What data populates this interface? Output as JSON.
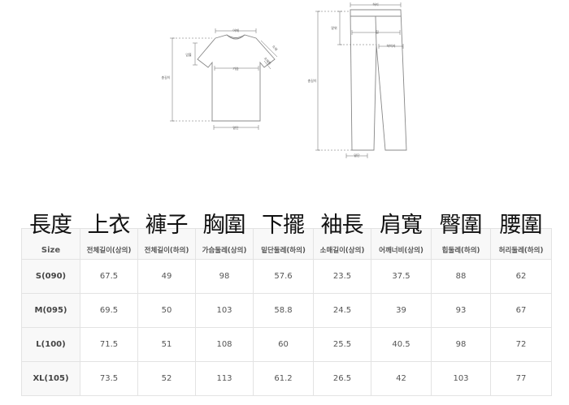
{
  "diagram": {
    "shirt": {
      "shoulder": "어깨",
      "sleeve_length": "소매",
      "sleeve_hem": "소매통",
      "chest": "가슴",
      "armhole": "암홀",
      "total_length": "총길이",
      "hem": "밑단"
    },
    "pants": {
      "waist": "허리",
      "rise": "밑위",
      "hip": "힙",
      "thigh": "허벅지",
      "total_length": "총길이",
      "hem": "밑단"
    }
  },
  "chinese_header": [
    "長度",
    "上衣",
    "褲子",
    "胸圍",
    "下擺",
    "袖長",
    "肩寬",
    "臀圍",
    "腰圍"
  ],
  "table": {
    "columns": [
      "Size",
      "전체길이(상의)",
      "전체길이(하의)",
      "가슴둘레(상의)",
      "밑단둘레(하의)",
      "소매길이(상의)",
      "어깨너비(상의)",
      "힙둘레(하의)",
      "허리둘레(하의)"
    ],
    "rows": [
      {
        "size": "S(090)",
        "values": [
          "67.5",
          "49",
          "98",
          "57.6",
          "23.5",
          "37.5",
          "88",
          "62"
        ]
      },
      {
        "size": "M(095)",
        "values": [
          "69.5",
          "50",
          "103",
          "58.8",
          "24.5",
          "39",
          "93",
          "67"
        ]
      },
      {
        "size": "L(100)",
        "values": [
          "71.5",
          "51",
          "108",
          "60",
          "25.5",
          "40.5",
          "98",
          "72"
        ]
      },
      {
        "size": "XL(105)",
        "values": [
          "73.5",
          "52",
          "113",
          "61.2",
          "26.5",
          "42",
          "103",
          "77"
        ]
      }
    ]
  }
}
